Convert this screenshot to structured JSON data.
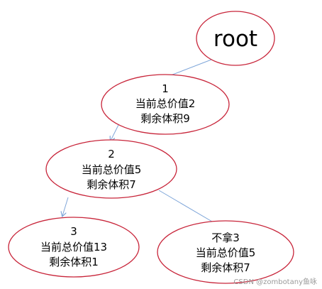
{
  "diagram": {
    "nodes": [
      {
        "id": "root",
        "lines": [
          "root"
        ]
      },
      {
        "id": "n1",
        "lines": [
          "1",
          "当前总价值2",
          "剩余体积9"
        ]
      },
      {
        "id": "n2",
        "lines": [
          "2",
          "当前总价值5",
          "剩余体积7"
        ]
      },
      {
        "id": "n3",
        "lines": [
          "3",
          "当前总价值13",
          "剩余体积1"
        ]
      },
      {
        "id": "n4",
        "lines": [
          "不拿3",
          "当前总价值5",
          "剩余体积7"
        ]
      }
    ],
    "edges": [
      {
        "from": "root",
        "to": "n1"
      },
      {
        "from": "n1",
        "to": "n2"
      },
      {
        "from": "n2",
        "to": "n3"
      },
      {
        "from": "n2",
        "to": "n4"
      }
    ],
    "colors": {
      "node_stroke": "#c8253a",
      "edge_stroke": "#7fa6d9",
      "text": "#000000"
    }
  },
  "watermark": "CSDN @zombotany鱼咏"
}
